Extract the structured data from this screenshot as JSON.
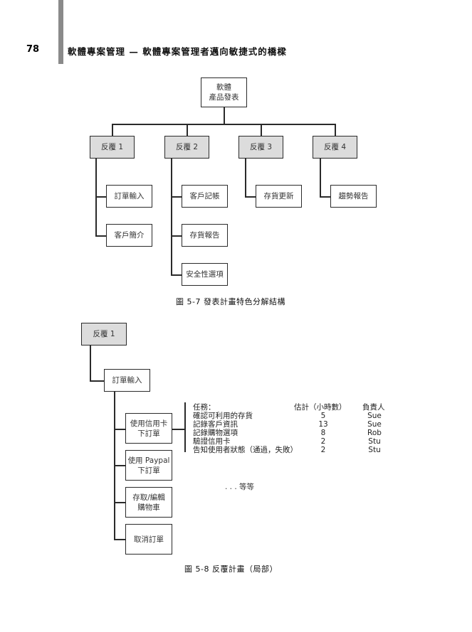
{
  "header": {
    "page_number": "78",
    "title": "軟體專案管理 — 軟體專案管理者邁向敏捷式的橋樑"
  },
  "figure1": {
    "root_line1": "軟體",
    "root_line2": "產品發表",
    "iterations": [
      "反覆 1",
      "反覆 2",
      "反覆 3",
      "反覆 4"
    ],
    "iter1_features": [
      "訂單輸入",
      "客戶簡介"
    ],
    "iter2_features": [
      "客戶記帳",
      "存貨報告",
      "安全性選項"
    ],
    "iter3_features": [
      "存貨更新"
    ],
    "iter4_features": [
      "趨勢報告"
    ],
    "caption": "圖 5-7  發表計畫特色分解結構"
  },
  "figure2": {
    "iteration": "反覆 1",
    "feature": "訂單輸入",
    "stories": [
      {
        "line1": "使用信用卡",
        "line2": "下訂單"
      },
      {
        "line1": "使用 Paypal",
        "line2": "下訂單"
      },
      {
        "line1": "存取/編輯",
        "line2": "購物車"
      },
      {
        "line1": "取消訂單",
        "line2": ""
      }
    ],
    "task_headers": {
      "task": "任務：",
      "estimate": "估計（小時數）",
      "owner": "負責人"
    },
    "tasks": [
      {
        "name": "確認可利用的存貨",
        "hours": "5",
        "owner": "Sue"
      },
      {
        "name": "記錄客戶資訊",
        "hours": "13",
        "owner": "Sue"
      },
      {
        "name": "記錄購物選項",
        "hours": "8",
        "owner": "Rob"
      },
      {
        "name": "驗證信用卡",
        "hours": "2",
        "owner": "Stu"
      },
      {
        "name": "告知使用者狀態（通過，失敗）",
        "hours": "2",
        "owner": "Stu"
      }
    ],
    "etc": ". . . 等等",
    "caption": "圖 5-8  反覆計畫（局部）"
  }
}
